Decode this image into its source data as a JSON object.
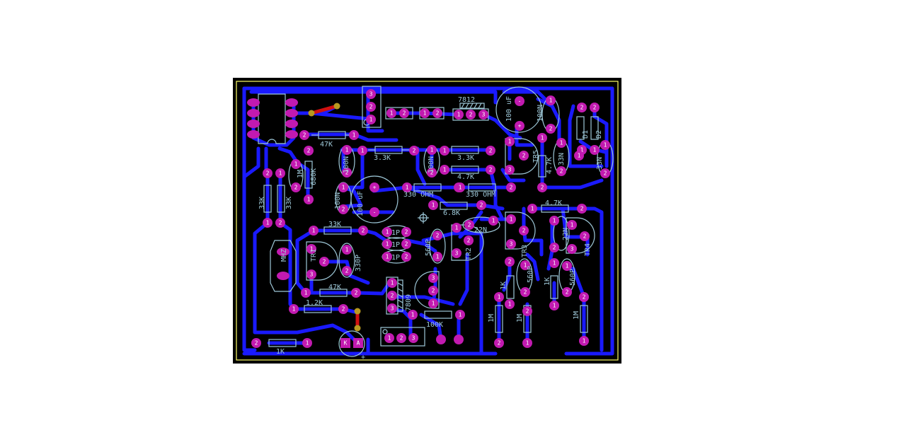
{
  "board": {
    "background": "#000000",
    "outline_color": "#ffff66",
    "trace_color": "#1a1aff",
    "pad_color": "#c21ab0",
    "silk_color": "#9ec8d8",
    "jumper_color": "#d01010"
  },
  "labels": {
    "r_47k_top": "47K",
    "r_3_3k_a": "3.3K",
    "r_3_3k_b": "3.3K",
    "r_4_7k_a": "4.7K",
    "c_100n_a": "100N",
    "c_100n_b": "100N",
    "c_100n_c": "100N",
    "r_680k": "680K",
    "r_1m_top": "1M",
    "r_33k_a": "33K",
    "r_33k_b": "33K",
    "c_100uf_mid": "100 uF",
    "r_330ohm_a": "330 OHM",
    "r_330ohm_b": "330 OHM",
    "r_6_8k": "6.8K",
    "reg_7812": "7812",
    "c_100uf_top": "100 uF",
    "c_100n_top": "100N",
    "tr5": "TR5",
    "r_4_7k_b": "4.7K",
    "c_33n_a": "33N",
    "c_33n_b": "33N",
    "d1": "D1",
    "d2": "D2",
    "r_4_7k_c": "4.7K",
    "c_22n_a": "22N",
    "c_22n_b": "22N",
    "tr4": "TR4",
    "r_33k_mid": "33K",
    "c_1p_a": "1P",
    "c_1p_b": "1P",
    "c_1p_c": "1P",
    "c_560p_a": "560P",
    "tr2": "TR2",
    "tr3": "TR3",
    "c_560p_b": "560P",
    "c_560p_c": "560P",
    "mhz": "MHZ",
    "tr1": "TR1",
    "c_330p": "330P",
    "r_47k_bot": "47K",
    "r_1_2k": "1.2K",
    "reg_7809": "7809",
    "r_100k": "100K",
    "r_1k_a": "1K",
    "r_1k_b": "1K",
    "r_1m_a": "1M",
    "r_1m_b": "1M",
    "r_1m_c": "1M",
    "r_1k_bot": "1K",
    "led_k": "K",
    "led_a": "A",
    "led_plus": "+"
  }
}
